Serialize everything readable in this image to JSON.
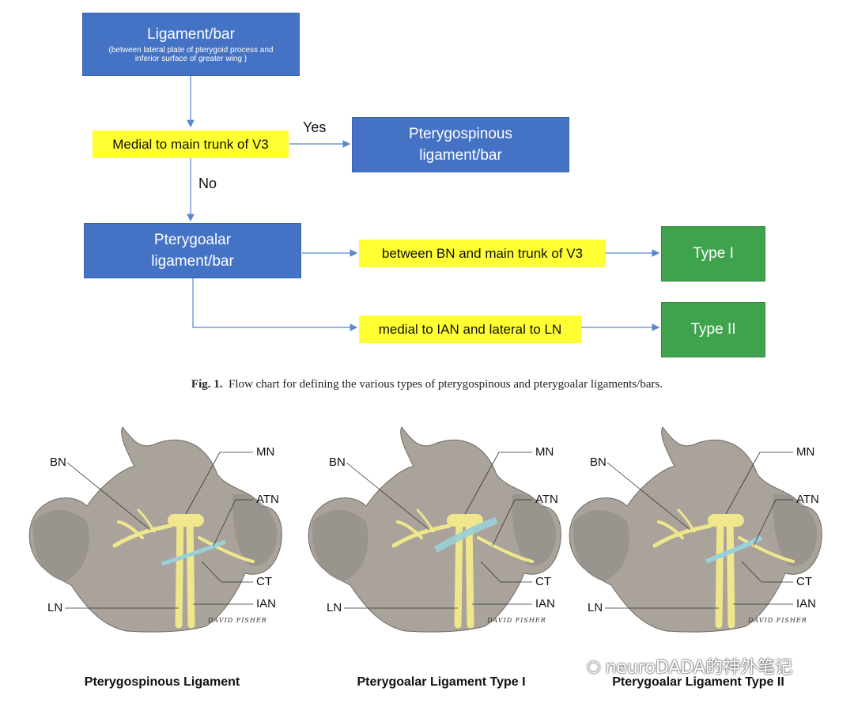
{
  "flowchart": {
    "start": {
      "title": "Ligament/bar",
      "subtitle_line1": "(between lateral plate of pterygoid process and",
      "subtitle_line2": "inferior surface of greater wing )"
    },
    "decision1": "Medial to main trunk of V3",
    "yes_label": "Yes",
    "no_label": "No",
    "pterygospinous": {
      "line1": "Pterygospinous",
      "line2": "ligament/bar"
    },
    "pterygoalar": {
      "line1": "Pterygoalar",
      "line2": "ligament/bar"
    },
    "condition1": "between BN and main trunk of V3",
    "condition2": "medial to IAN and lateral to LN",
    "type1": "Type I",
    "type2": "Type II"
  },
  "caption": {
    "fig": "Fig. 1.",
    "text": "Flow chart for defining the various types of pterygospinous and pterygoalar ligaments/bars."
  },
  "panels": [
    {
      "title": "Pterygospinous Ligament",
      "signature": "DAVID FISHER"
    },
    {
      "title": "Pterygoalar Ligament Type I",
      "signature": "DAVID FISHER"
    },
    {
      "title": "Pterygoalar Ligament Type II",
      "signature": "DAVID FISHER"
    }
  ],
  "anatomy_labels": {
    "bn": "BN",
    "mn": "MN",
    "atn": "ATN",
    "ct": "CT",
    "ian": "IAN",
    "ln": "LN"
  },
  "watermark": "neuroDADA的神外笔记",
  "colors": {
    "box_blue": "#4472c4",
    "box_green": "#3fa34d",
    "highlight_yellow": "#ffff33",
    "nerve": "#f0e68c",
    "bone": "#a9a39b",
    "ligament": "#9ad0d8"
  }
}
